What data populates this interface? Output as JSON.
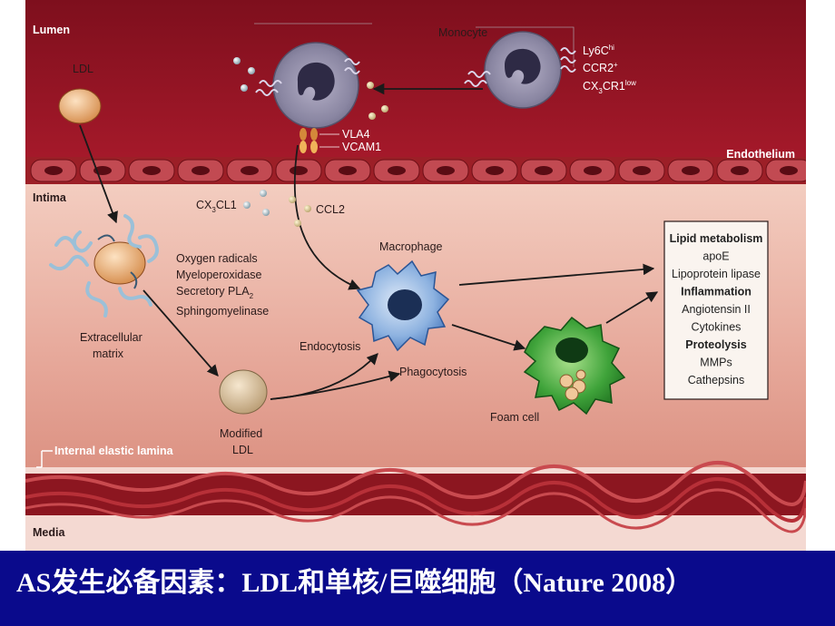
{
  "layers": {
    "lumen": "Lumen",
    "endothelium": "Endothelium",
    "intima": "Intima",
    "internal_elastic_lamina": "Internal elastic lamina",
    "media": "Media"
  },
  "cells": {
    "ldl": "LDL",
    "monocyte": "Monocyte",
    "macrophage": "Macrophage",
    "foam_cell": "Foam cell",
    "modified_ldl_line1": "Modified",
    "modified_ldl_line2": "LDL",
    "extracellular_matrix_line1": "Extracellular",
    "extracellular_matrix_line2": "matrix"
  },
  "molecules": {
    "ly6c_base": "Ly6C",
    "ly6c_sup": "hi",
    "ccr2_base": "CCR2",
    "ccr2_sup": "+",
    "cx3cr1_pre": "CX",
    "cx3cr1_sub": "3",
    "cx3cr1_post": "CR1",
    "cx3cr1_sup": "low",
    "vla4": "VLA4",
    "vcam1": "VCAM1",
    "cx3cl1_pre": "CX",
    "cx3cl1_sub": "3",
    "cx3cl1_post": "CL1",
    "ccl2": "CCL2"
  },
  "oxidants": {
    "line1": "Oxygen radicals",
    "line2": "Myeloperoxidase",
    "line3_pre": "Secretory PLA",
    "line3_sub": "2",
    "line4": "Sphingomyelinase"
  },
  "processes": {
    "endocytosis": "Endocytosis",
    "phagocytosis": "Phagocytosis"
  },
  "result_box": {
    "items": [
      {
        "text": "Lipid metabolism",
        "bold": true
      },
      {
        "text": "apoE",
        "bold": false
      },
      {
        "text": "Lipoprotein lipase",
        "bold": false
      },
      {
        "text": "Inflammation",
        "bold": true
      },
      {
        "text": "Angiotensin II",
        "bold": false
      },
      {
        "text": "Cytokines",
        "bold": false
      },
      {
        "text": "Proteolysis",
        "bold": true
      },
      {
        "text": "MMPs",
        "bold": false
      },
      {
        "text": "Cathepsins",
        "bold": false
      }
    ]
  },
  "caption": "AS发生必备因素：LDL和单核/巨噬细胞（Nature 2008）"
}
